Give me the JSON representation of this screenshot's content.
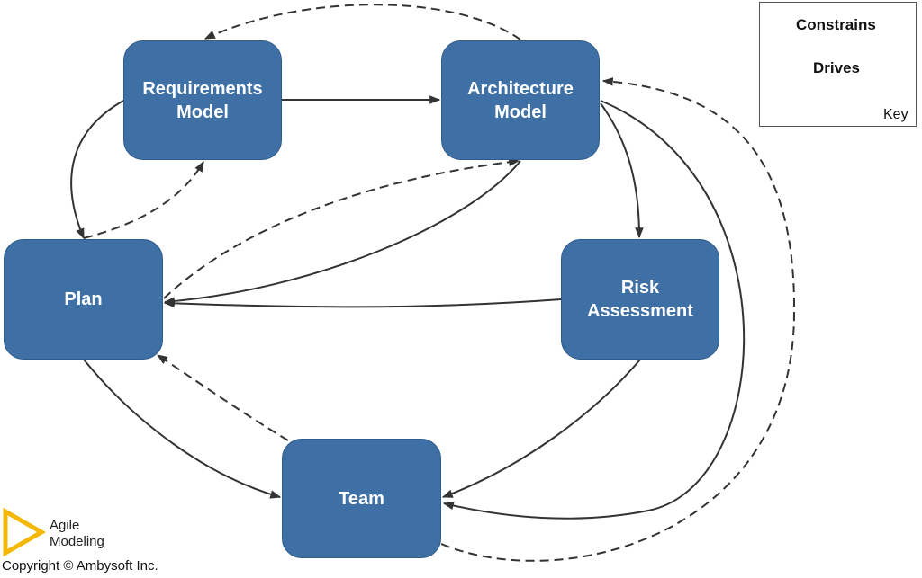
{
  "nodes": {
    "requirements": "Requirements\nModel",
    "architecture": "Architecture\nModel",
    "plan": "Plan",
    "risk": "Risk\nAssessment",
    "team": "Team"
  },
  "key": {
    "constrains": "Constrains",
    "drives": "Drives",
    "title": "Key"
  },
  "logo": {
    "line1": "Agile",
    "line2": "Modeling",
    "logo-icon": "triangle-logo-icon"
  },
  "copyright": "Copyright © Ambysoft Inc.",
  "colors": {
    "node_fill": "#3f70a5",
    "arrow": "#333333",
    "logo": "#f5b800"
  },
  "edges": [
    {
      "from": "Architecture Model",
      "to": "Requirements Model",
      "type": "Constrains"
    },
    {
      "from": "Requirements Model",
      "to": "Architecture Model",
      "type": "Drives"
    },
    {
      "from": "Requirements Model",
      "to": "Plan",
      "type": "Drives"
    },
    {
      "from": "Plan",
      "to": "Requirements Model",
      "type": "Constrains"
    },
    {
      "from": "Plan",
      "to": "Architecture Model",
      "type": "Constrains"
    },
    {
      "from": "Architecture Model",
      "to": "Plan",
      "type": "Drives"
    },
    {
      "from": "Architecture Model",
      "to": "Risk Assessment",
      "type": "Drives"
    },
    {
      "from": "Risk Assessment",
      "to": "Plan",
      "type": "Drives"
    },
    {
      "from": "Plan",
      "to": "Team",
      "type": "Drives"
    },
    {
      "from": "Team",
      "to": "Plan",
      "type": "Constrains"
    },
    {
      "from": "Risk Assessment",
      "to": "Team",
      "type": "Drives"
    },
    {
      "from": "Architecture Model",
      "to": "Team",
      "type": "Drives"
    },
    {
      "from": "Team",
      "to": "Architecture Model",
      "type": "Constrains"
    }
  ]
}
